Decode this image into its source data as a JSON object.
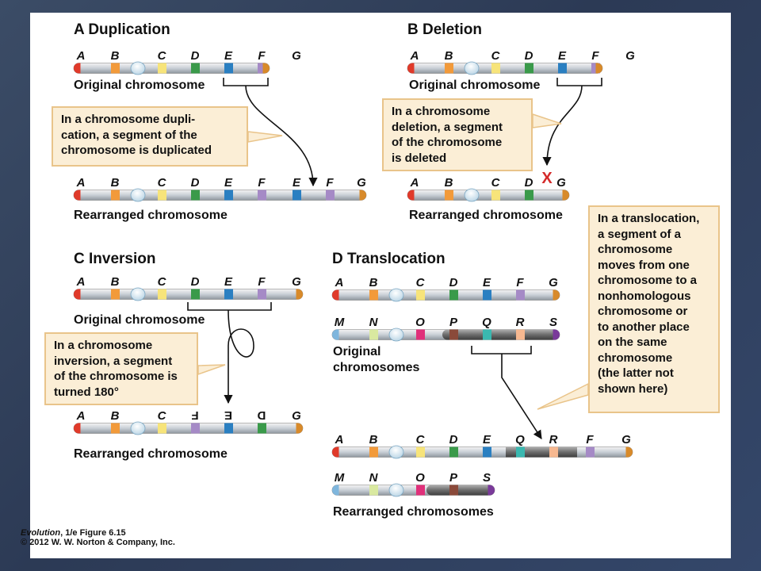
{
  "panels": {
    "A": {
      "letter": "A",
      "title": "Duplication",
      "original_label": "Original chromosome",
      "rearranged_label": "Rearranged chromosome",
      "callout": [
        "In a chromosome dupli-",
        "cation, a segment of the",
        "chromosome is duplicated"
      ]
    },
    "B": {
      "letter": "B",
      "title": "Deletion",
      "original_label": "Original chromosome",
      "rearranged_label": "Rearranged chromosome",
      "callout": [
        "In a chromosome",
        "deletion, a segment",
        "of the chromosome",
        "is deleted"
      ],
      "deletion_mark": "X"
    },
    "C": {
      "letter": "C",
      "title": "Inversion",
      "original_label": "Original chromosome",
      "rearranged_label": "Rearranged chromosome",
      "callout": [
        "In a chromosome",
        "inversion, a segment",
        "of the chromosome is",
        "turned 180°"
      ]
    },
    "D": {
      "letter": "D",
      "title": "Translocation",
      "original_label": [
        "Original",
        "chromosomes"
      ],
      "rearranged_label": "Rearranged chromosomes",
      "callout": [
        "In a translocation,",
        "a segment of a",
        "chromosome",
        "moves from one",
        "chromosome to a",
        "nonhomologous",
        "chromosome or",
        "to another place",
        "on the same",
        "chromosome",
        "(the latter not",
        "shown here)"
      ]
    }
  },
  "chromosomes": {
    "A_original": [
      "A",
      "B",
      "C",
      "D",
      "E",
      "F",
      "G"
    ],
    "A_rearranged": [
      "A",
      "B",
      "C",
      "D",
      "E",
      "F",
      "E",
      "F",
      "G"
    ],
    "B_original": [
      "A",
      "B",
      "C",
      "D",
      "E",
      "F",
      "G"
    ],
    "B_rearranged": [
      "A",
      "B",
      "C",
      "D",
      "G"
    ],
    "C_original": [
      "A",
      "B",
      "C",
      "D",
      "E",
      "F",
      "G"
    ],
    "C_rearranged": [
      "A",
      "B",
      "C",
      "F",
      "E",
      "D",
      "G"
    ],
    "C_rearranged_mirrored": [
      "F",
      "E",
      "D"
    ],
    "D_original_1": [
      "A",
      "B",
      "C",
      "D",
      "E",
      "F",
      "G"
    ],
    "D_original_2": [
      "M",
      "N",
      "O",
      "P",
      "Q",
      "R",
      "S"
    ],
    "D_rearranged_1": [
      "A",
      "B",
      "C",
      "D",
      "E",
      "Q",
      "R",
      "F",
      "G"
    ],
    "D_rearranged_2": [
      "M",
      "N",
      "O",
      "P",
      "S"
    ]
  },
  "band_colors": {
    "A": "#e03a2a",
    "B": "#f29a3a",
    "C": "#f7e47a",
    "D": "#3a9a4a",
    "E": "#2a7fc1",
    "F": "#a58ac6",
    "G": "#d88a2a",
    "M": "#7fb6dd",
    "N": "#d9e9a0",
    "O": "#e0307a",
    "P": "#8a4a3a",
    "Q": "#3ab8b0",
    "R": "#f7b890",
    "S": "#7a3a9a"
  },
  "credit": {
    "line1_italic": "Evolution",
    "line1_rest": ", 1/e  Figure 6.15",
    "line2": "© 2012 W. W. Norton & Company, Inc."
  }
}
